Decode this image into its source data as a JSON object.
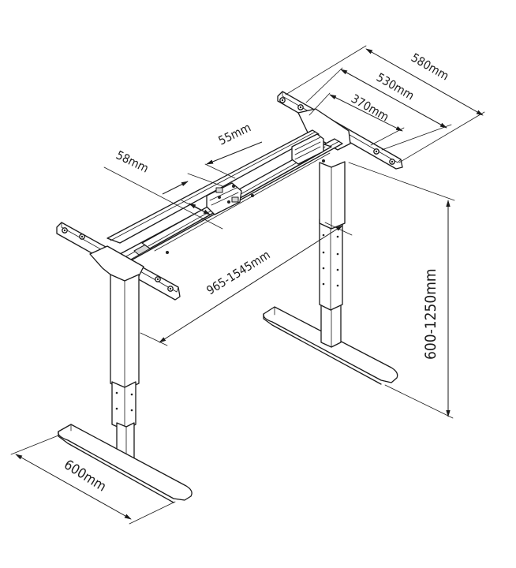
{
  "dimensions": {
    "top_580": "580mm",
    "top_530": "530mm",
    "top_370": "370mm",
    "beam_55": "55mm",
    "beam_58": "58mm",
    "width": "965-1545mm",
    "height": "600-1250mm",
    "foot": "600mm"
  },
  "colors": {
    "line": "#1a1a1a",
    "background": "#ffffff"
  }
}
